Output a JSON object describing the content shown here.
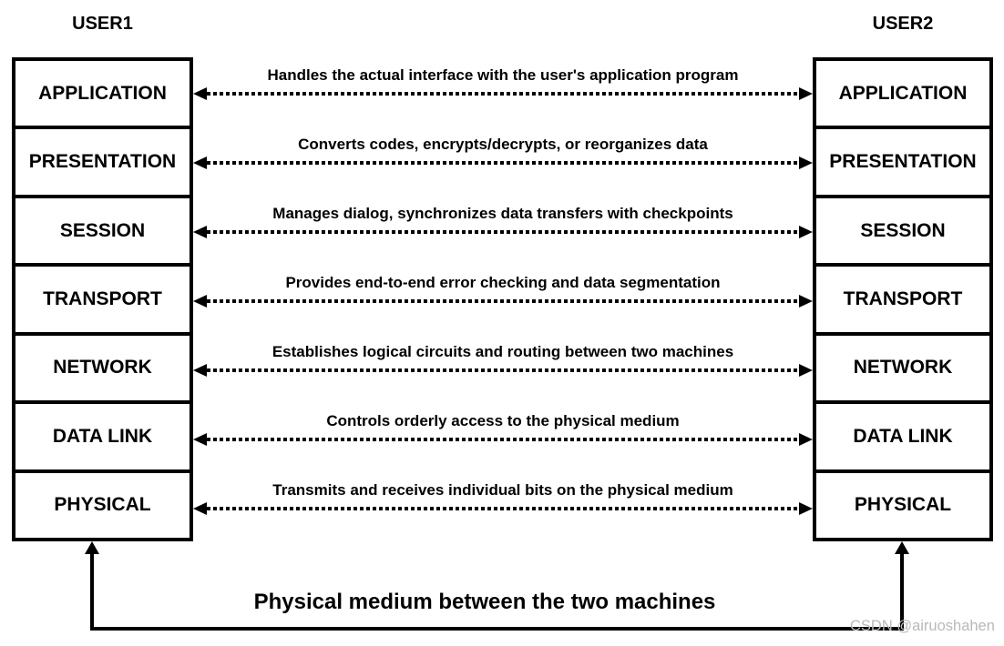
{
  "left_stack": {
    "title": "USER1",
    "layers": [
      "APPLICATION",
      "PRESENTATION",
      "SESSION",
      "TRANSPORT",
      "NETWORK",
      "DATA LINK",
      "PHYSICAL"
    ]
  },
  "right_stack": {
    "title": "USER2",
    "layers": [
      "APPLICATION",
      "PRESENTATION",
      "SESSION",
      "TRANSPORT",
      "NETWORK",
      "DATA LINK",
      "PHYSICAL"
    ]
  },
  "connections": [
    {
      "label": "Handles the actual interface with the user's application program"
    },
    {
      "label": "Converts codes, encrypts/decrypts, or reorganizes data"
    },
    {
      "label": "Manages dialog, synchronizes data transfers with checkpoints"
    },
    {
      "label": "Provides end-to-end error checking and data segmentation"
    },
    {
      "label": "Establishes logical circuits and routing between two machines"
    },
    {
      "label": "Controls orderly access to the physical medium"
    },
    {
      "label": "Transmits and receives individual bits on the physical medium"
    }
  ],
  "bottom": {
    "label": "Physical medium between the two machines"
  },
  "watermark": {
    "text": "CSDN @airuoshahen"
  },
  "colors": {
    "line": "#000000",
    "background": "#ffffff",
    "watermark": "#b9b9b9"
  }
}
